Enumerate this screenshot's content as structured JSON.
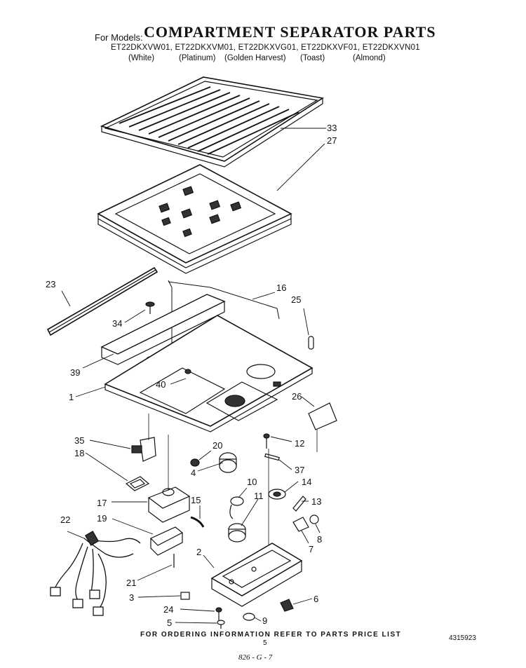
{
  "header": {
    "for_models_label": "For Models:",
    "title": "COMPARTMENT SEPARATOR PARTS",
    "models": "ET22DKXVW01, ET22DKXVM01, ET22DKXVG01, ET22DKXVF01, ET22DKXVN01",
    "colors": [
      "(White)",
      "(Platinum)",
      "(Golden Harvest)",
      "(Toast)",
      "(Almond)"
    ]
  },
  "callouts": [
    "33",
    "27",
    "23",
    "16",
    "25",
    "34",
    "39",
    "40",
    "1",
    "26",
    "35",
    "18",
    "20",
    "12",
    "37",
    "4",
    "10",
    "14",
    "11",
    "13",
    "17",
    "15",
    "19",
    "22",
    "8",
    "7",
    "2",
    "21",
    "3",
    "6",
    "24",
    "5",
    "9"
  ],
  "footer": {
    "note": "FOR ORDERING INFORMATION REFER TO PARTS PRICE LIST",
    "page": "5",
    "doc_number": "4315923",
    "handwritten": "826 - G - 7"
  }
}
